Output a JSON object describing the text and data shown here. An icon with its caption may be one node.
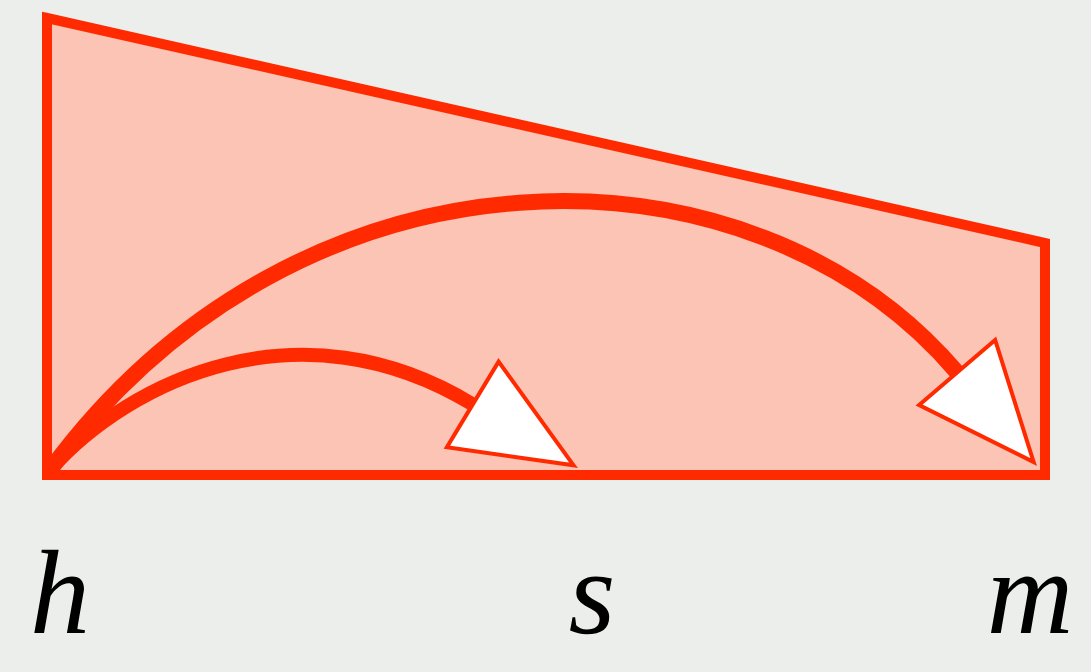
{
  "diagram": {
    "labels": [
      "h",
      "s",
      "m"
    ]
  }
}
